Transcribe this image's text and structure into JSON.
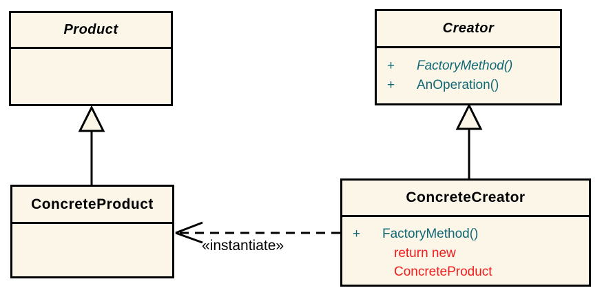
{
  "classes": {
    "product": {
      "name": "Product"
    },
    "creator": {
      "name": "Creator",
      "methods": [
        {
          "visibility": "+",
          "name": "FactoryMethod()"
        },
        {
          "visibility": "+",
          "name": "AnOperation()"
        }
      ]
    },
    "concrete_product": {
      "name": "ConcreteProduct"
    },
    "concrete_creator": {
      "name": "ConcreteCreator",
      "methods": [
        {
          "visibility": "+",
          "name": "FactoryMethod()"
        }
      ],
      "code_note": [
        "return new",
        "ConcreteProduct"
      ]
    }
  },
  "relationships": {
    "instantiate_label": "«instantiate»"
  },
  "colors": {
    "box_fill": "#FBF6E7",
    "border_color": "#000000",
    "method_text": "#106875",
    "code_note_text": "#F21B1E",
    "page_bg": "#FFFFFF"
  }
}
